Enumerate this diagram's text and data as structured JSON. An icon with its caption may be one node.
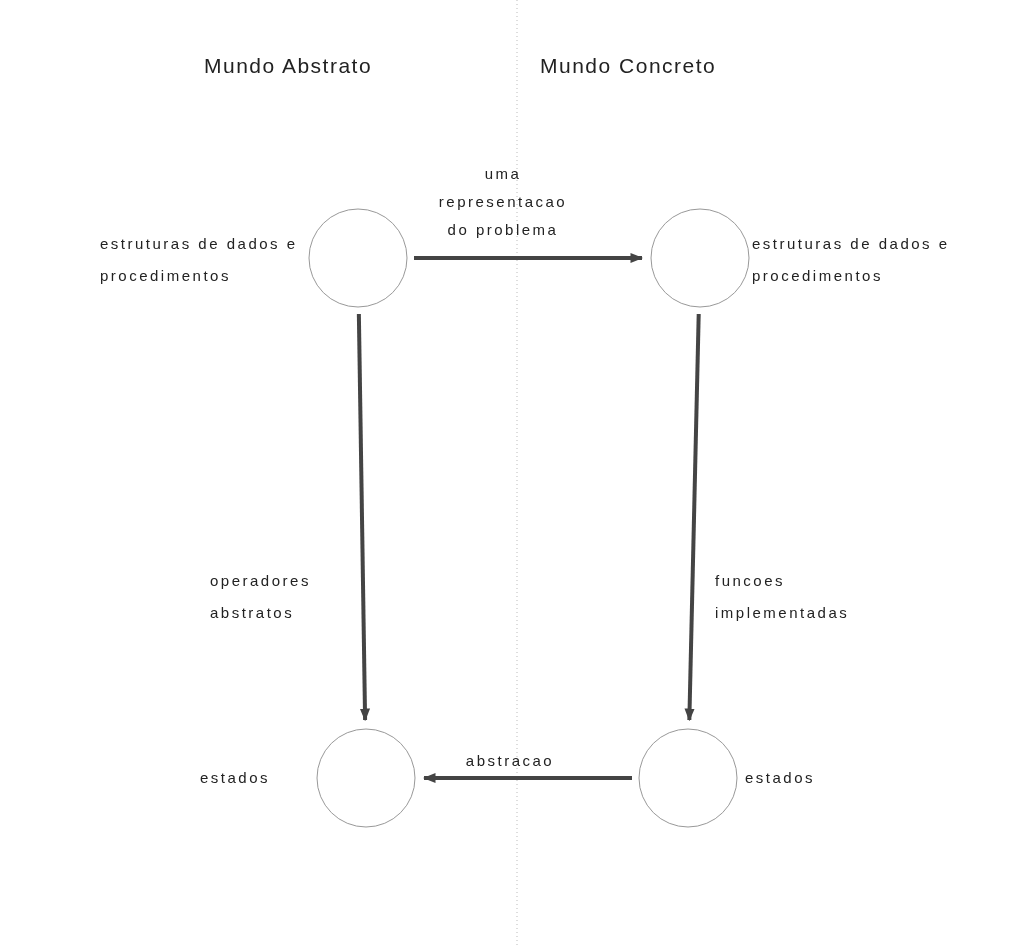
{
  "diagram": {
    "nodes": [
      {
        "text": [],
        "shape": "circle",
        "beside": [
          "estruturas de dados e procedimentos"
        ]
      },
      {
        "text": [],
        "shape": "circle",
        "beside": [
          "estruturas de dados e procedimentos"
        ]
      },
      {
        "text": [],
        "shape": "circle",
        "beside": [
          "estados"
        ]
      },
      {
        "text": [],
        "shape": "circle",
        "beside": [
          "estados"
        ]
      }
    ],
    "edges": [
      {
        "from": 0,
        "to": 1,
        "arrow": "to",
        "label": "uma representacao do problema"
      },
      {
        "from": 0,
        "to": 2,
        "arrow": "to",
        "label": "operadores abstratos"
      },
      {
        "from": 1,
        "to": 3,
        "arrow": "to",
        "label": "funcoes implementadas"
      },
      {
        "from": 3,
        "to": 2,
        "arrow": "to",
        "label": "abstracao"
      }
    ],
    "labels": [
      "Mundo Abstrato",
      "Mundo Concreto"
    ]
  }
}
